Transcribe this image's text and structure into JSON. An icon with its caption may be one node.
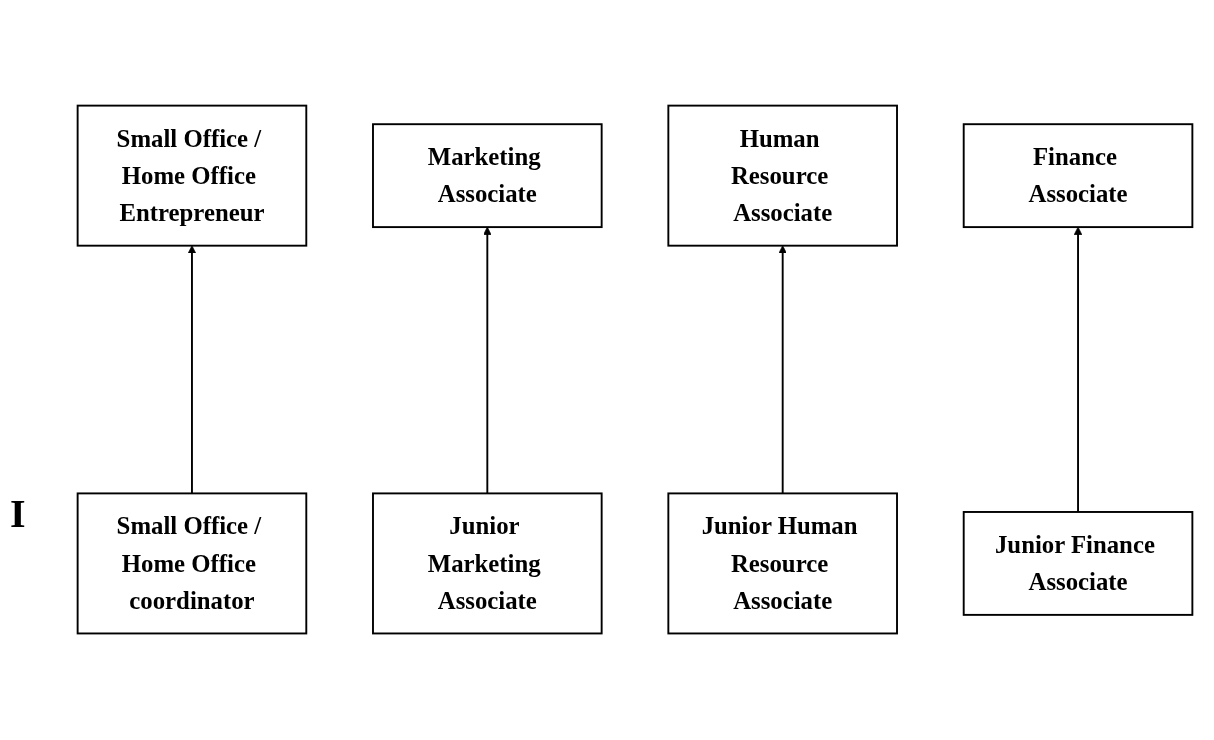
{
  "diagram": {
    "nodes": [
      {
        "text": [
          "Small Office / Home Office Entrepreneur"
        ]
      },
      {
        "text": [
          "Marketing Associate"
        ]
      },
      {
        "text": [
          "Human Resource Associate"
        ]
      },
      {
        "text": [
          "Finance Associate"
        ]
      },
      {
        "text": [
          "Small Office / Home Office coordinator"
        ]
      },
      {
        "text": [
          "Junior Marketing Associate"
        ]
      },
      {
        "text": [
          "Junior Human Resource Associate"
        ]
      },
      {
        "text": [
          "Junior Finance Associate"
        ]
      }
    ],
    "edges": [
      {
        "from": 4,
        "to": 0,
        "arrow": "to"
      },
      {
        "from": 5,
        "to": 1,
        "arrow": "to"
      },
      {
        "from": 6,
        "to": 2,
        "arrow": "to"
      },
      {
        "from": 7,
        "to": 3,
        "arrow": "to"
      }
    ],
    "labels": [
      "I"
    ]
  }
}
